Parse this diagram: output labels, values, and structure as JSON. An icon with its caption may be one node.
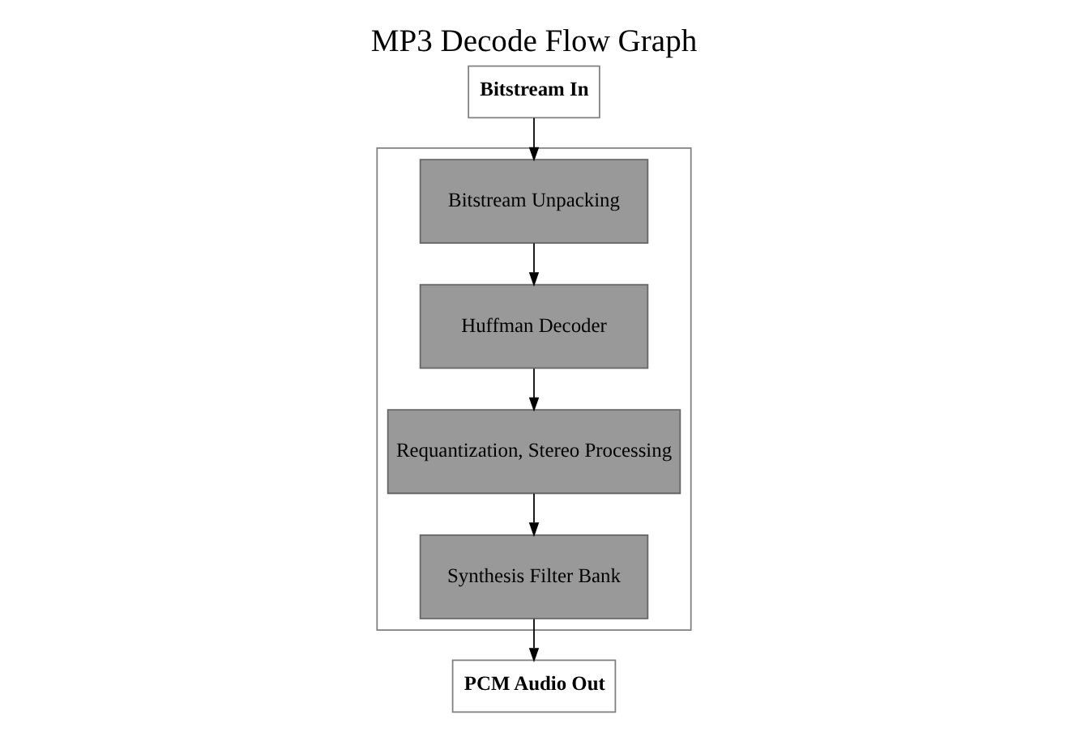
{
  "diagram": {
    "title": "MP3 Decode Flow Graph",
    "nodes": [
      {
        "text": [],
        "shape": "box"
      },
      {
        "text": [
          "Bitstream In"
        ]
      },
      {
        "text": [
          "Bitstream Unpacking"
        ],
        "in": 0
      },
      {
        "text": [
          "Huffman Decoder"
        ],
        "in": 0
      },
      {
        "text": [
          "Requantization, Stereo Processing"
        ],
        "in": 0
      },
      {
        "text": [
          "Synthesis Filter Bank"
        ],
        "in": 0
      },
      {
        "text": [
          "PCM Audio Out"
        ]
      }
    ],
    "edges": [
      {
        "from": 1,
        "to": 2,
        "arrow": "to"
      },
      {
        "from": 2,
        "to": 3,
        "arrow": "to"
      },
      {
        "from": 3,
        "to": 4,
        "arrow": "to"
      },
      {
        "from": 4,
        "to": 5,
        "arrow": "to"
      },
      {
        "from": 5,
        "to": 6,
        "arrow": "to"
      }
    ]
  }
}
